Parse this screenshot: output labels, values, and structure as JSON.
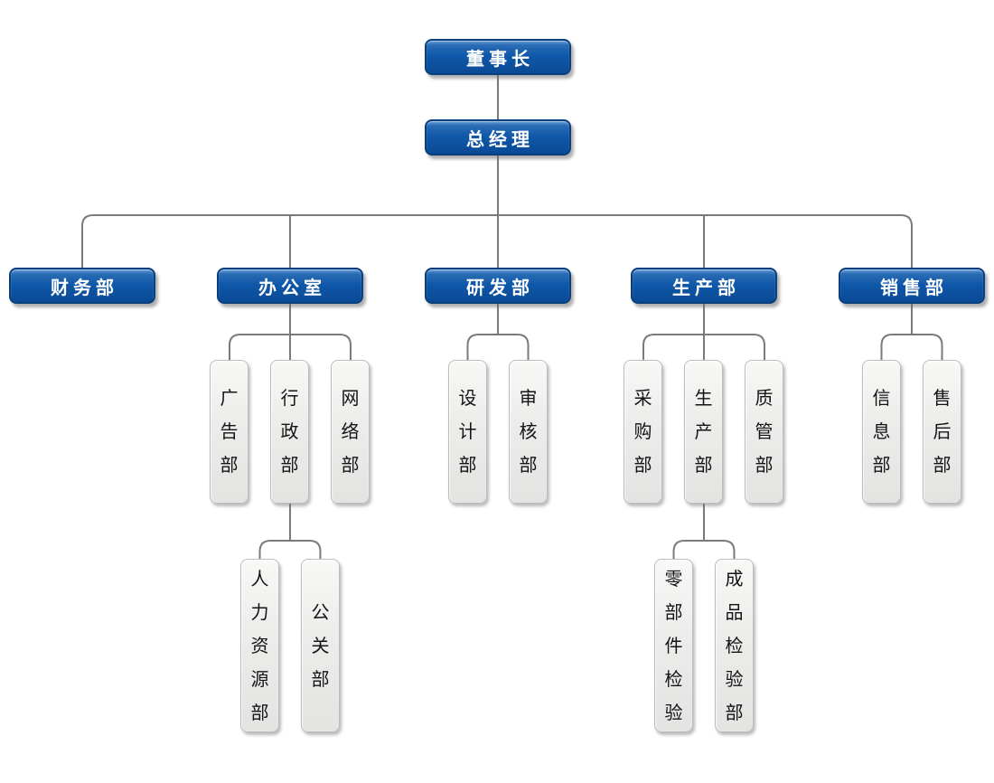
{
  "diagram": {
    "type": "org-chart",
    "colors": {
      "primary_node_fill": "#0e57a8",
      "primary_node_border": "#0a3f7d",
      "primary_node_text": "#ffffff",
      "secondary_node_fill": "#ececea",
      "secondary_node_border": "#bcbcba",
      "secondary_node_text": "#141414",
      "connector_line": "#7a7a7a",
      "background": "#ffffff"
    },
    "nodes": [
      {
        "id": "chairman",
        "label": "董事长",
        "type": "primary",
        "parent": null
      },
      {
        "id": "general-manager",
        "label": "总经理",
        "type": "primary",
        "parent": "chairman"
      },
      {
        "id": "finance-dept",
        "label": "财务部",
        "type": "primary",
        "parent": "general-manager"
      },
      {
        "id": "office",
        "label": "办公室",
        "type": "primary",
        "parent": "general-manager"
      },
      {
        "id": "rd-dept",
        "label": "研发部",
        "type": "primary",
        "parent": "general-manager"
      },
      {
        "id": "production-dept",
        "label": "生产部",
        "type": "primary",
        "parent": "general-manager"
      },
      {
        "id": "sales-dept",
        "label": "销售部",
        "type": "primary",
        "parent": "general-manager"
      },
      {
        "id": "advertising-dept",
        "label": "广告部",
        "type": "secondary",
        "parent": "office"
      },
      {
        "id": "admin-dept",
        "label": "行政部",
        "type": "secondary",
        "parent": "office"
      },
      {
        "id": "network-dept",
        "label": "网络部",
        "type": "secondary",
        "parent": "office"
      },
      {
        "id": "design-dept",
        "label": "设计部",
        "type": "secondary",
        "parent": "rd-dept"
      },
      {
        "id": "audit-dept",
        "label": "审核部",
        "type": "secondary",
        "parent": "rd-dept"
      },
      {
        "id": "purchasing-dept",
        "label": "采购部",
        "type": "secondary",
        "parent": "production-dept"
      },
      {
        "id": "production-sub-dept",
        "label": "生产部",
        "type": "secondary",
        "parent": "production-dept"
      },
      {
        "id": "quality-dept",
        "label": "质管部",
        "type": "secondary",
        "parent": "production-dept"
      },
      {
        "id": "info-dept",
        "label": "信息部",
        "type": "secondary",
        "parent": "sales-dept"
      },
      {
        "id": "after-sales-dept",
        "label": "售后部",
        "type": "secondary",
        "parent": "sales-dept"
      },
      {
        "id": "hr-dept",
        "label": "人力资源部",
        "type": "secondary",
        "parent": "admin-dept"
      },
      {
        "id": "pr-dept",
        "label": "公关部",
        "type": "secondary",
        "parent": "admin-dept"
      },
      {
        "id": "parts-inspection",
        "label": "零部件检验",
        "type": "secondary",
        "parent": "production-sub-dept"
      },
      {
        "id": "finished-inspection",
        "label": "成品检验部",
        "type": "secondary",
        "parent": "production-sub-dept"
      }
    ]
  }
}
